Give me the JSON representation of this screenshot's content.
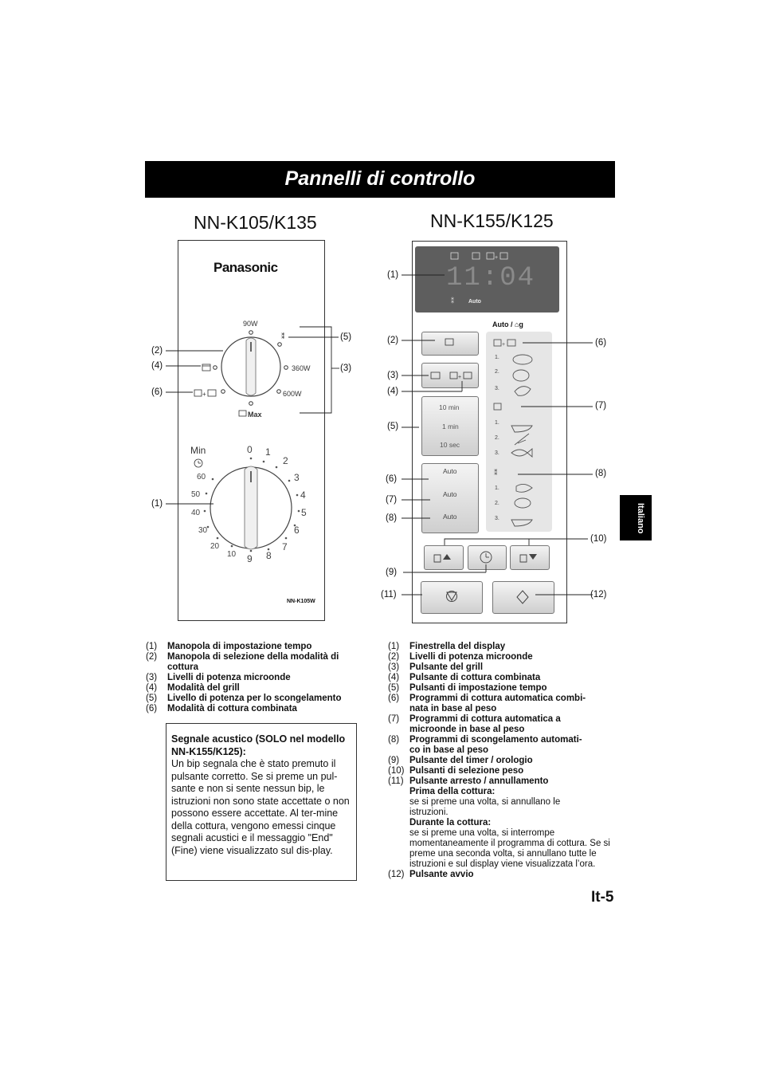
{
  "page_title": "Pannelli di controllo",
  "left_model": "NN-K105/K135",
  "right_model": "NN-K155/K125",
  "brand": "Panasonic",
  "left_panel": {
    "power_labels": {
      "p90": "90W",
      "p360": "360W",
      "p600": "600W",
      "max": "Max"
    },
    "timer_min_label": "Min",
    "timer_numbers": [
      "0",
      "1",
      "2",
      "3",
      "4",
      "5",
      "6",
      "7",
      "8",
      "9",
      "10",
      "20",
      "30",
      "40",
      "50",
      "60"
    ],
    "model_code": "NN-K105W",
    "callouts": {
      "c1": "(1)",
      "c2": "(2)",
      "c3": "(3)",
      "c4": "(4)",
      "c5": "(5)",
      "c6": "(6)"
    }
  },
  "right_panel": {
    "display_time": "11:04",
    "display_auto": "Auto",
    "auto_weight_label": "Auto / ⌂g",
    "time_buttons": [
      "10 min",
      "1 min",
      "10 sec"
    ],
    "auto_label": "Auto",
    "program_numbers": [
      "1.",
      "2.",
      "3."
    ],
    "callouts": {
      "c1": "(1)",
      "c2": "(2)",
      "c3": "(3)",
      "c4": "(4)",
      "c5": "(5)",
      "c6": "(6)",
      "c7": "(7)",
      "c8": "(8)",
      "c9": "(9)",
      "c10": "(10)",
      "c11": "(11)",
      "c12": "(12)",
      "c6r": "(6)",
      "c7r": "(7)",
      "c8r": "(8)"
    }
  },
  "left_list": [
    {
      "num": "(1)",
      "text": "Manopola di impostazione tempo"
    },
    {
      "num": "(2)",
      "text": "Manopola di selezione della modalità di cottura"
    },
    {
      "num": "(3)",
      "text": "Livelli di potenza microonde"
    },
    {
      "num": "(4)",
      "text": "Modalità del grill"
    },
    {
      "num": "(5)",
      "text": "Livello di potenza per lo scongelamento"
    },
    {
      "num": "(6)",
      "text": "Modalità di cottura combinata"
    }
  ],
  "right_list": [
    {
      "num": "(1)",
      "text": "Finestrella del display"
    },
    {
      "num": "(2)",
      "text": "Livelli di potenza microonde"
    },
    {
      "num": "(3)",
      "text": "Pulsante del grill"
    },
    {
      "num": "(4)",
      "text": "Pulsante di cottura combinata"
    },
    {
      "num": "(5)",
      "text": "Pulsanti di impostazione tempo"
    },
    {
      "num": "(6)",
      "text": "Programmi di cottura automatica combi-nata in base al peso"
    },
    {
      "num": "(7)",
      "text": "Programmi di cottura automatica a microonde in base al peso"
    },
    {
      "num": "(8)",
      "text": "Programmi di scongelamento automati-co in base al peso"
    },
    {
      "num": "(9)",
      "text": "Pulsante del timer / orologio"
    },
    {
      "num": "(10)",
      "text": "Pulsanti di selezione peso"
    },
    {
      "num": "(11)",
      "text": "Pulsante arresto / annullamento"
    }
  ],
  "stop_details": {
    "before_head": "Prima della cottura:",
    "before_text": "se si preme una volta, si annullano le istruzioni.",
    "during_head": "Durante la cottura:",
    "during_text": "se si preme una volta, si interrompe momentaneamente il programma di cottura. Se si preme una seconda volta, si annullano tutte le istruzioni e sul display viene visualizzata l’ora."
  },
  "last_item": {
    "num": "(12)",
    "text": "Pulsante avvio"
  },
  "beep_box": {
    "heading": "Segnale acustico (SOLO nel modello NN-K155/K125):",
    "body": "Un bip segnala che è stato premuto il pulsante corretto. Se si preme un pul-sante e non si sente nessun bip, le istruzioni non sono state accettate o non possono essere accettate. Al ter-mine della cottura, vengono emessi cinque segnali acustici e il messaggio \"End\" (Fine) viene visualizzato sul dis-play."
  },
  "side_tab": "Italiano",
  "page_number": "It-5"
}
